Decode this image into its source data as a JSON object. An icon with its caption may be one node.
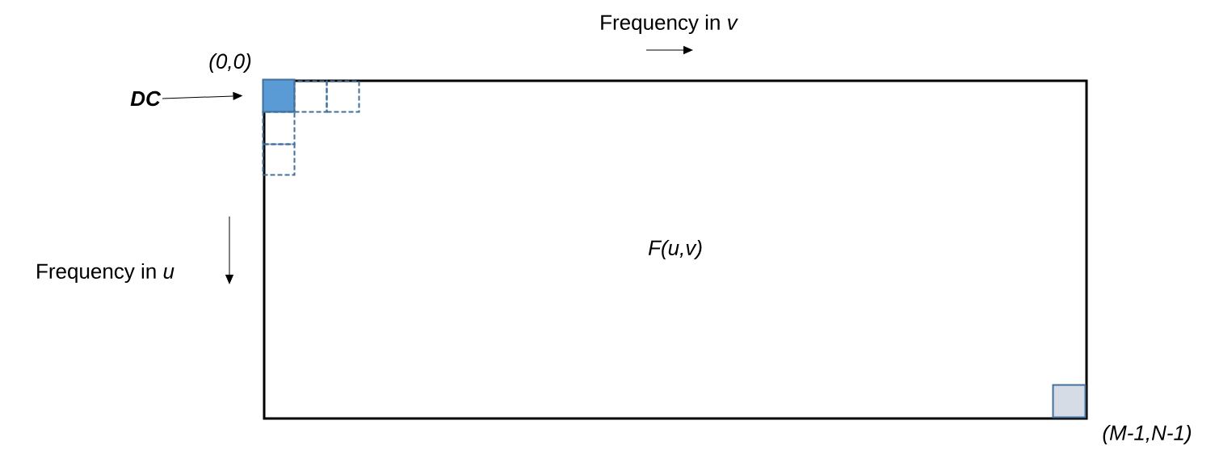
{
  "diagram": {
    "nodes": [
      {
        "text": [
          "F(u,v)"
        ]
      },
      {
        "text": [
          "DC"
        ]
      },
      {
        "text": [],
        "shape": "box",
        "in": 0
      },
      {
        "text": [],
        "shape": "box",
        "in": 0
      },
      {
        "text": [],
        "shape": "box",
        "in": 0
      },
      {
        "text": [],
        "shape": "box",
        "in": 0
      },
      {
        "text": [],
        "shape": "box",
        "in": 0
      },
      {
        "text": [],
        "shape": "box",
        "in": 0
      }
    ],
    "edges": [
      {
        "from": 1,
        "to": 2,
        "arrow": "to"
      }
    ],
    "labels": [
      "Frequency in *v*",
      "(0,0)",
      "Frequency in *u*",
      "(M-1,N-1)"
    ]
  }
}
